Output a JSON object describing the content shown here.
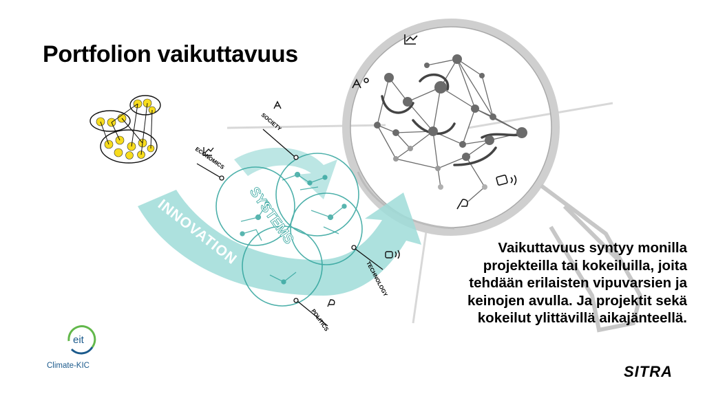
{
  "title": "Portfolion vaikuttavuus",
  "body_text": "Vaikuttavuus syntyy monilla projekteilla tai kokeiluilla, joita tehdään erilaisten vipuvarsien ja keinojen avulla. Ja projektit sekä kokeilut ylittävillä aikajänteellä.",
  "diagram": {
    "arrow_label": "INNOVATION",
    "center_label": "SYSTEMS",
    "levers": {
      "society": "SOCIETY",
      "economics": "ECONOMICS",
      "technology": "TECHNOLOGY",
      "politics": "POLITICS"
    },
    "icons": [
      "people-icon",
      "graph-trend-icon",
      "device-signal-icon",
      "politics-p-icon"
    ]
  },
  "colors": {
    "teal": "#7ccfcb",
    "teal_dark": "#2fa39c",
    "yellow": "#f7dc1d",
    "gray": "#9a9a9a",
    "eit_blue": "#1b5a8c",
    "eit_green": "#62b84b"
  },
  "logos": {
    "eit_mark": "eit",
    "eit_caption": "Climate-KIC",
    "sitra": "SITRA"
  }
}
